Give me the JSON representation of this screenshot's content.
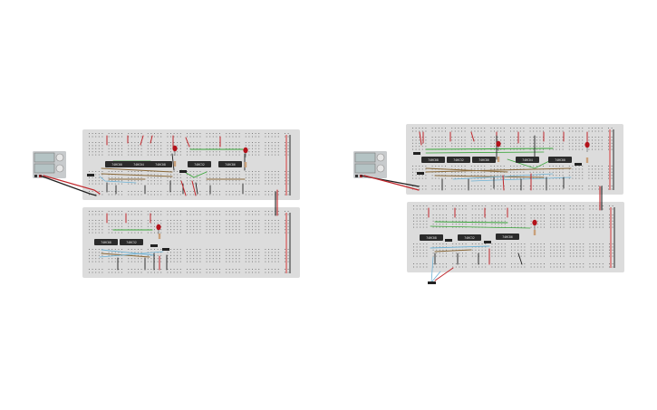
{
  "colors": {
    "background": "#ffffff",
    "breadboard": "#dcdcdc",
    "hole": "#7c7c7c",
    "rail_red": "#d63a3a",
    "rail_black": "#2a2a2a",
    "chip": "#2b2b2b",
    "wire_red": "#c0262b",
    "wire_black": "#202020",
    "wire_green": "#3aa63a",
    "wire_blue": "#6fb3d6",
    "wire_brown": "#8b6a3a",
    "led": "#b3121a",
    "psu_body": "#c8cbcd",
    "psu_screen": "#b4c3c4"
  },
  "circuits": [
    {
      "name": "circuit-left",
      "power_supply": {
        "screens": 2,
        "knobs": 2
      },
      "boards": [
        {
          "name": "top-board",
          "chips": [
            "74HC00",
            "74HC04",
            "74HC08",
            "74HC32",
            "74HC86"
          ],
          "leds": 2
        },
        {
          "name": "bottom-board",
          "chips": [
            "74HC08",
            "74HC32"
          ],
          "leds": 1
        }
      ]
    },
    {
      "name": "circuit-right",
      "power_supply": {
        "screens": 2,
        "knobs": 2
      },
      "boards": [
        {
          "name": "top-board",
          "chips": [
            "74HC08",
            "74HC32",
            "74HC86",
            "74HC04",
            "74HC00"
          ],
          "leds": 2
        },
        {
          "name": "bottom-board",
          "chips": [
            "74HC08",
            "74HC32",
            "74HC86"
          ],
          "leds": 1
        }
      ]
    }
  ]
}
